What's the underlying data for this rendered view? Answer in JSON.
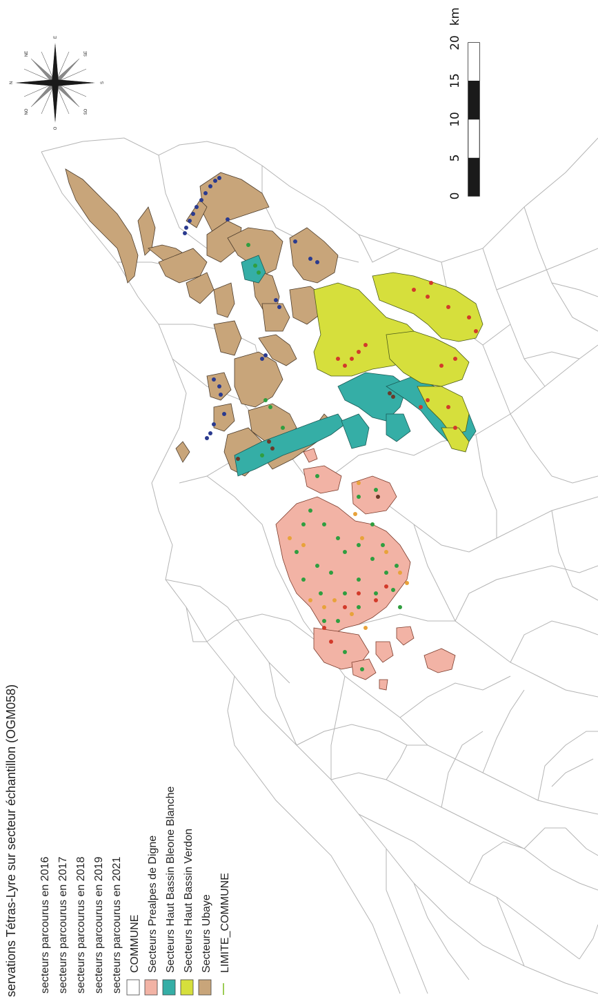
{
  "legend": {
    "title": "servations Tétras-Lyre sur secteur échantillon (OGM058)",
    "items": [
      {
        "label": "secteurs parcourus en 2016",
        "symbol": "none"
      },
      {
        "label": "secteurs parcourus en 2017",
        "symbol": "none"
      },
      {
        "label": "secteurs parcourus en 2018",
        "symbol": "none"
      },
      {
        "label": "secteurs parcourus en 2019",
        "symbol": "none"
      },
      {
        "label": "secteurs parcourus en 2021",
        "symbol": "none"
      },
      {
        "label": "COMMUNE",
        "symbol": "box",
        "color": "#ffffff"
      },
      {
        "label": "Secteurs Prealpes de Digne",
        "symbol": "box",
        "color": "#f2b3a5"
      },
      {
        "label": "Secteurs Haut Bassin Bleone Blanche",
        "symbol": "box",
        "color": "#35aea6"
      },
      {
        "label": "Secteurs Haut Bassin Verdon",
        "symbol": "box",
        "color": "#d6df3c"
      },
      {
        "label": "Secteurs Ubaye",
        "symbol": "box",
        "color": "#c8a57a"
      },
      {
        "label": "LIMITE_COMMUNE",
        "symbol": "line",
        "color": "#9ccc55"
      }
    ]
  },
  "scale_bar": {
    "unit": "km",
    "ticks": [
      "0",
      "5",
      "10",
      "15",
      "20"
    ]
  },
  "compass": {
    "letters": [
      "N",
      "E",
      "S",
      "O",
      "NE",
      "SE",
      "SO",
      "NO"
    ]
  },
  "colors": {
    "commune_border": "#b4b4b4",
    "ubaye": "#c8a57a",
    "bleone": "#35aea6",
    "verdon": "#d6df3c",
    "prealpes": "#f2b3a5",
    "obs_blue": "#2a3a8f",
    "obs_green": "#2f9e3f",
    "obs_red": "#d23a2a",
    "obs_orange": "#e8a23a",
    "obs_brown": "#6a3a2a"
  }
}
